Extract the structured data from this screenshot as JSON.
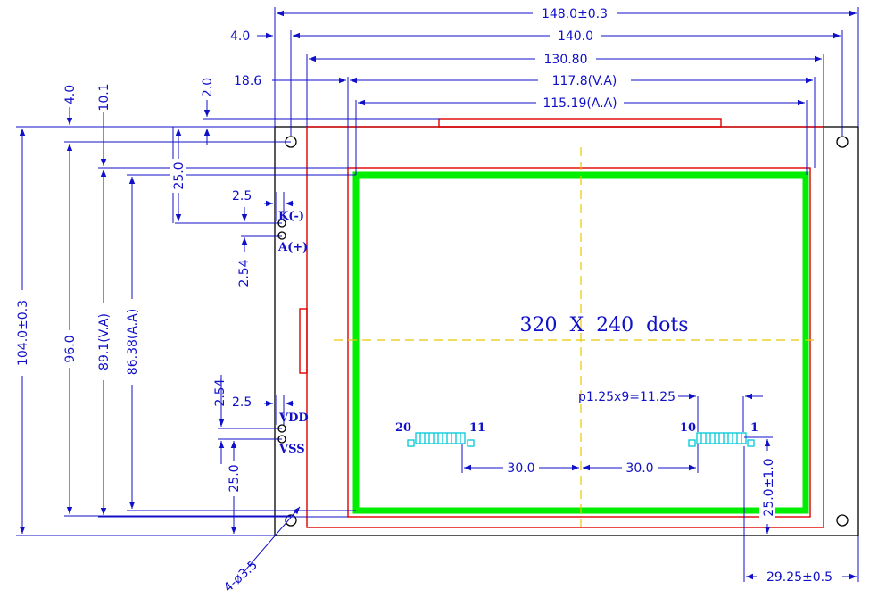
{
  "display_text": "320  X  240  dots",
  "dimensions": {
    "outer_width": "148.0±0.3",
    "mount_width": "140.0",
    "bezel_width": "130.80",
    "va_width": "117.8(V.A)",
    "aa_width": "115.19(A.A)",
    "left_offset_4": "4.0",
    "left_offset_18": "18.6",
    "outer_height": "104.0±0.3",
    "mount_height": "96.0",
    "va_height": "89.1(V.A)",
    "aa_height": "86.38(A.A)",
    "top_4": "4.0",
    "top_10": "10.1",
    "top_2": "2.0",
    "led_25_top": "25.0",
    "led_pitch_top": "2.5",
    "led_gap_top": "2.54",
    "led_pitch_bot": "2.5",
    "led_gap_bot": "2.54",
    "led_25_bot": "25.0",
    "pin_pitch": "p1.25x9=11.25",
    "conn_30_left": "30.0",
    "conn_30_right": "30.0",
    "conn_bottom": "25.0±1.0",
    "conn_right": "29.25±0.5",
    "hole": "4-ø3.5"
  },
  "pins": {
    "k": "K(-)",
    "a": "A(+)",
    "vdd": "VDD",
    "vss": "VSS",
    "left_first": "20",
    "left_last": "11",
    "right_first": "10",
    "right_last": "1"
  },
  "colors": {
    "dimension": "#1010c8",
    "bezel": "#e00000",
    "active_area": "#00ee00",
    "centerline": "#e8c800",
    "connector": "#00c8d8",
    "outline": "#000000"
  }
}
